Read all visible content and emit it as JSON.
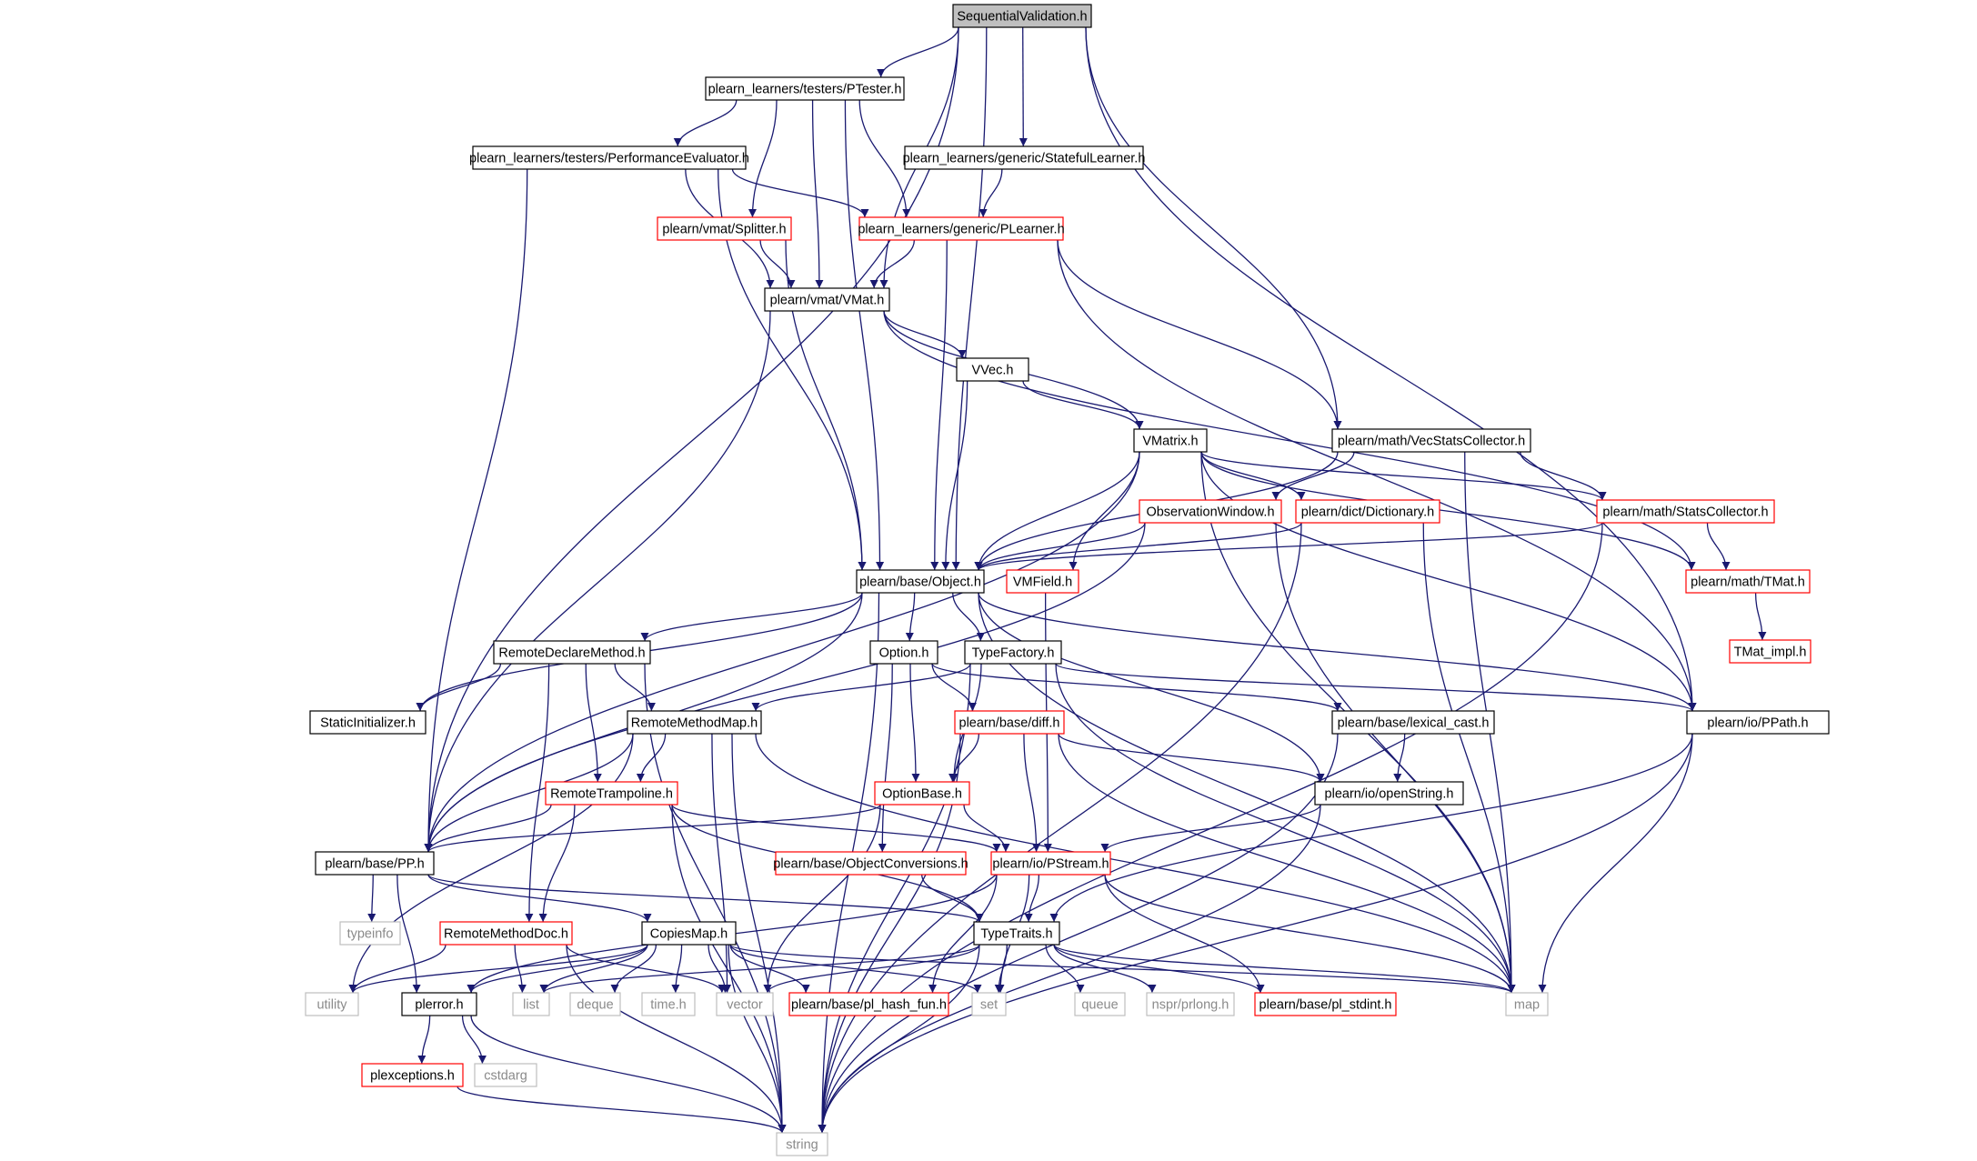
{
  "title": "SequentialValidation.h",
  "colors": {
    "edge": "#191970",
    "border_normal": "#000000",
    "border_truncated": "#ff0000",
    "border_missing": "#bfbfbf",
    "root_fill": "#bfbfbf",
    "node_fill": "#ffffff"
  },
  "nodes": [
    {
      "id": "SequentialValidation",
      "label": "SequentialValidation.h",
      "kind": "root"
    },
    {
      "id": "PTester",
      "label": "plearn_learners/testers/PTester.h",
      "kind": "normal"
    },
    {
      "id": "PerformanceEvaluator",
      "label": "plearn_learners/testers/PerformanceEvaluator.h",
      "kind": "normal"
    },
    {
      "id": "StatefulLearner",
      "label": "plearn_learners/generic/StatefulLearner.h",
      "kind": "normal"
    },
    {
      "id": "Splitter",
      "label": "plearn/vmat/Splitter.h",
      "kind": "truncated"
    },
    {
      "id": "PLearner",
      "label": "plearn_learners/generic/PLearner.h",
      "kind": "truncated"
    },
    {
      "id": "VMat",
      "label": "plearn/vmat/VMat.h",
      "kind": "normal"
    },
    {
      "id": "VVec",
      "label": "VVec.h",
      "kind": "normal"
    },
    {
      "id": "VMatrix",
      "label": "VMatrix.h",
      "kind": "normal"
    },
    {
      "id": "VecStatsCollector",
      "label": "plearn/math/VecStatsCollector.h",
      "kind": "normal"
    },
    {
      "id": "ObservationWindow",
      "label": "ObservationWindow.h",
      "kind": "truncated"
    },
    {
      "id": "Dictionary",
      "label": "plearn/dict/Dictionary.h",
      "kind": "truncated"
    },
    {
      "id": "StatsCollector",
      "label": "plearn/math/StatsCollector.h",
      "kind": "truncated"
    },
    {
      "id": "Object",
      "label": "plearn/base/Object.h",
      "kind": "normal"
    },
    {
      "id": "VMField",
      "label": "VMField.h",
      "kind": "truncated"
    },
    {
      "id": "TMat",
      "label": "plearn/math/TMat.h",
      "kind": "truncated"
    },
    {
      "id": "TMat_impl",
      "label": "TMat_impl.h",
      "kind": "truncated"
    },
    {
      "id": "RemoteDeclareMethod",
      "label": "RemoteDeclareMethod.h",
      "kind": "normal"
    },
    {
      "id": "Option",
      "label": "Option.h",
      "kind": "normal"
    },
    {
      "id": "TypeFactory",
      "label": "TypeFactory.h",
      "kind": "normal"
    },
    {
      "id": "StaticInitializer",
      "label": "StaticInitializer.h",
      "kind": "normal"
    },
    {
      "id": "RemoteMethodMap",
      "label": "RemoteMethodMap.h",
      "kind": "normal"
    },
    {
      "id": "diff",
      "label": "plearn/base/diff.h",
      "kind": "truncated"
    },
    {
      "id": "lexical_cast",
      "label": "plearn/base/lexical_cast.h",
      "kind": "normal"
    },
    {
      "id": "PPath",
      "label": "plearn/io/PPath.h",
      "kind": "normal"
    },
    {
      "id": "RemoteTrampoline",
      "label": "RemoteTrampoline.h",
      "kind": "truncated"
    },
    {
      "id": "OptionBase",
      "label": "OptionBase.h",
      "kind": "truncated"
    },
    {
      "id": "openString",
      "label": "plearn/io/openString.h",
      "kind": "normal"
    },
    {
      "id": "PP",
      "label": "plearn/base/PP.h",
      "kind": "normal"
    },
    {
      "id": "ObjectConversions",
      "label": "plearn/base/ObjectConversions.h",
      "kind": "truncated"
    },
    {
      "id": "PStream",
      "label": "plearn/io/PStream.h",
      "kind": "truncated"
    },
    {
      "id": "typeinfo",
      "label": "typeinfo",
      "kind": "missing"
    },
    {
      "id": "RemoteMethodDoc",
      "label": "RemoteMethodDoc.h",
      "kind": "truncated"
    },
    {
      "id": "CopiesMap",
      "label": "CopiesMap.h",
      "kind": "normal"
    },
    {
      "id": "TypeTraits",
      "label": "TypeTraits.h",
      "kind": "normal"
    },
    {
      "id": "utility",
      "label": "utility",
      "kind": "missing"
    },
    {
      "id": "plerror",
      "label": "plerror.h",
      "kind": "normal"
    },
    {
      "id": "list",
      "label": "list",
      "kind": "missing"
    },
    {
      "id": "deque",
      "label": "deque",
      "kind": "missing"
    },
    {
      "id": "time",
      "label": "time.h",
      "kind": "missing"
    },
    {
      "id": "vector",
      "label": "vector",
      "kind": "missing"
    },
    {
      "id": "pl_hash_fun",
      "label": "plearn/base/pl_hash_fun.h",
      "kind": "truncated"
    },
    {
      "id": "set",
      "label": "set",
      "kind": "missing"
    },
    {
      "id": "queue",
      "label": "queue",
      "kind": "missing"
    },
    {
      "id": "prlong",
      "label": "nspr/prlong.h",
      "kind": "missing"
    },
    {
      "id": "pl_stdint",
      "label": "plearn/base/pl_stdint.h",
      "kind": "truncated"
    },
    {
      "id": "map",
      "label": "map",
      "kind": "missing"
    },
    {
      "id": "plexceptions",
      "label": "plexceptions.h",
      "kind": "truncated"
    },
    {
      "id": "cstdarg",
      "label": "cstdarg",
      "kind": "missing"
    },
    {
      "id": "string",
      "label": "string",
      "kind": "missing"
    }
  ],
  "edges": [
    [
      "SequentialValidation",
      "PTester"
    ],
    [
      "SequentialValidation",
      "StatefulLearner"
    ],
    [
      "SequentialValidation",
      "VMat"
    ],
    [
      "SequentialValidation",
      "VecStatsCollector"
    ],
    [
      "SequentialValidation",
      "Object"
    ],
    [
      "SequentialValidation",
      "PP"
    ],
    [
      "SequentialValidation",
      "PPath"
    ],
    [
      "PTester",
      "PerformanceEvaluator"
    ],
    [
      "PTester",
      "Splitter"
    ],
    [
      "PTester",
      "PLearner"
    ],
    [
      "PTester",
      "VMat"
    ],
    [
      "PTester",
      "Object"
    ],
    [
      "PerformanceEvaluator",
      "PLearner"
    ],
    [
      "PerformanceEvaluator",
      "VMat"
    ],
    [
      "PerformanceEvaluator",
      "Object"
    ],
    [
      "PerformanceEvaluator",
      "PP"
    ],
    [
      "StatefulLearner",
      "PLearner"
    ],
    [
      "Splitter",
      "VMat"
    ],
    [
      "Splitter",
      "Object"
    ],
    [
      "PLearner",
      "VMat"
    ],
    [
      "PLearner",
      "Object"
    ],
    [
      "PLearner",
      "VecStatsCollector"
    ],
    [
      "PLearner",
      "PPath"
    ],
    [
      "VMat",
      "VVec"
    ],
    [
      "VMat",
      "VMatrix"
    ],
    [
      "VMat",
      "TMat"
    ],
    [
      "VMat",
      "PP"
    ],
    [
      "VVec",
      "VMatrix"
    ],
    [
      "VVec",
      "Object"
    ],
    [
      "VMatrix",
      "Object"
    ],
    [
      "VMatrix",
      "VMField"
    ],
    [
      "VMatrix",
      "Dictionary"
    ],
    [
      "VMatrix",
      "StatsCollector"
    ],
    [
      "VMatrix",
      "TMat"
    ],
    [
      "VMatrix",
      "PPath"
    ],
    [
      "VMatrix",
      "map"
    ],
    [
      "VMatrix",
      "PP"
    ],
    [
      "VecStatsCollector",
      "ObservationWindow"
    ],
    [
      "VecStatsCollector",
      "StatsCollector"
    ],
    [
      "VecStatsCollector",
      "Object"
    ],
    [
      "VecStatsCollector",
      "map"
    ],
    [
      "ObservationWindow",
      "Object"
    ],
    [
      "ObservationWindow",
      "PP"
    ],
    [
      "ObservationWindow",
      "map"
    ],
    [
      "Dictionary",
      "Object"
    ],
    [
      "Dictionary",
      "map"
    ],
    [
      "Dictionary",
      "string"
    ],
    [
      "StatsCollector",
      "TMat"
    ],
    [
      "StatsCollector",
      "Object"
    ],
    [
      "StatsCollector",
      "string"
    ],
    [
      "TMat",
      "TMat_impl"
    ],
    [
      "VMField",
      "PStream"
    ],
    [
      "Object",
      "RemoteDeclareMethod"
    ],
    [
      "Object",
      "Option"
    ],
    [
      "Object",
      "TypeFactory"
    ],
    [
      "Object",
      "StaticInitializer"
    ],
    [
      "Object",
      "PP"
    ],
    [
      "Object",
      "PPath"
    ],
    [
      "Object",
      "openString"
    ],
    [
      "Object",
      "map"
    ],
    [
      "Object",
      "string"
    ],
    [
      "RemoteDeclareMethod",
      "StaticInitializer"
    ],
    [
      "RemoteDeclareMethod",
      "RemoteMethodMap"
    ],
    [
      "RemoteDeclareMethod",
      "RemoteTrampoline"
    ],
    [
      "RemoteDeclareMethod",
      "RemoteMethodDoc"
    ],
    [
      "RemoteDeclareMethod",
      "string"
    ],
    [
      "Option",
      "diff"
    ],
    [
      "Option",
      "OptionBase"
    ],
    [
      "Option",
      "ObjectConversions"
    ],
    [
      "Option",
      "lexical_cast"
    ],
    [
      "TypeFactory",
      "RemoteMethodMap"
    ],
    [
      "TypeFactory",
      "OptionBase"
    ],
    [
      "TypeFactory",
      "PPath"
    ],
    [
      "TypeFactory",
      "map"
    ],
    [
      "TypeFactory",
      "string"
    ],
    [
      "RemoteMethodMap",
      "RemoteTrampoline"
    ],
    [
      "RemoteMethodMap",
      "PP"
    ],
    [
      "RemoteMethodMap",
      "vector"
    ],
    [
      "RemoteMethodMap",
      "map"
    ],
    [
      "RemoteMethodMap",
      "utility"
    ],
    [
      "RemoteMethodMap",
      "string"
    ],
    [
      "diff",
      "OptionBase"
    ],
    [
      "diff",
      "openString"
    ],
    [
      "diff",
      "PStream"
    ],
    [
      "diff",
      "map"
    ],
    [
      "diff",
      "string"
    ],
    [
      "lexical_cast",
      "openString"
    ],
    [
      "lexical_cast",
      "string"
    ],
    [
      "PPath",
      "TypeTraits"
    ],
    [
      "PPath",
      "map"
    ],
    [
      "PPath",
      "string"
    ],
    [
      "RemoteTrampoline",
      "PP"
    ],
    [
      "RemoteTrampoline",
      "PStream"
    ],
    [
      "RemoteTrampoline",
      "TypeTraits"
    ],
    [
      "RemoteTrampoline",
      "RemoteMethodDoc"
    ],
    [
      "RemoteTrampoline",
      "string"
    ],
    [
      "OptionBase",
      "PP"
    ],
    [
      "OptionBase",
      "PStream"
    ],
    [
      "OptionBase",
      "vector"
    ],
    [
      "openString",
      "PStream"
    ],
    [
      "openString",
      "string"
    ],
    [
      "PP",
      "typeinfo"
    ],
    [
      "PP",
      "CopiesMap"
    ],
    [
      "PP",
      "TypeTraits"
    ],
    [
      "PP",
      "plerror"
    ],
    [
      "ObjectConversions",
      "TypeTraits"
    ],
    [
      "PStream",
      "TypeTraits"
    ],
    [
      "PStream",
      "pl_hash_fun"
    ],
    [
      "PStream",
      "pl_stdint"
    ],
    [
      "PStream",
      "plerror"
    ],
    [
      "PStream",
      "set"
    ],
    [
      "PStream",
      "map"
    ],
    [
      "RemoteMethodDoc",
      "list"
    ],
    [
      "RemoteMethodDoc",
      "vector"
    ],
    [
      "RemoteMethodDoc",
      "utility"
    ],
    [
      "RemoteMethodDoc",
      "string"
    ],
    [
      "CopiesMap",
      "map"
    ],
    [
      "CopiesMap",
      "set"
    ],
    [
      "CopiesMap",
      "list"
    ],
    [
      "CopiesMap",
      "deque"
    ],
    [
      "CopiesMap",
      "time"
    ],
    [
      "CopiesMap",
      "vector"
    ],
    [
      "CopiesMap",
      "pl_hash_fun"
    ],
    [
      "CopiesMap",
      "string"
    ],
    [
      "CopiesMap",
      "plerror"
    ],
    [
      "CopiesMap",
      "utility"
    ],
    [
      "TypeTraits",
      "list"
    ],
    [
      "TypeTraits",
      "vector"
    ],
    [
      "TypeTraits",
      "set"
    ],
    [
      "TypeTraits",
      "queue"
    ],
    [
      "TypeTraits",
      "prlong"
    ],
    [
      "TypeTraits",
      "pl_stdint"
    ],
    [
      "TypeTraits",
      "map"
    ],
    [
      "TypeTraits",
      "string"
    ],
    [
      "plerror",
      "plexceptions"
    ],
    [
      "plerror",
      "cstdarg"
    ],
    [
      "plerror",
      "string"
    ],
    [
      "plexceptions",
      "string"
    ]
  ]
}
